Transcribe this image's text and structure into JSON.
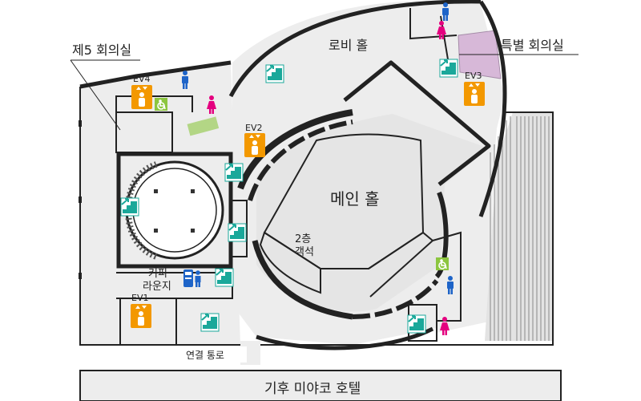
{
  "labels": {
    "conf5": "제5 회의실",
    "lobby": "로비 홀",
    "special": "특별 회의실",
    "main": "메인 홀",
    "seat_line1": "2층",
    "seat_line2": "객석",
    "coffee_line1": "커피",
    "coffee_line2": "라운지",
    "corridor": "연결 통로",
    "hotel": "기후 미야코 호텔"
  },
  "elevators": [
    "EV4",
    "EV2",
    "EV3",
    "EV1"
  ],
  "colors": {
    "elevator": "#f39800",
    "wheelchair": "#8cc63f",
    "restroom_men": "#1e64c8",
    "restroom_women": "#e4007f",
    "stairs": "#1aa89a",
    "special_room": "#d7b8d8",
    "floor": "#ededed",
    "wall": "#222222"
  },
  "icons": [
    "elevator-icon",
    "stairs-icon",
    "restroom-men-icon",
    "restroom-women-icon",
    "wheelchair-icon",
    "vending-machine-icon"
  ]
}
